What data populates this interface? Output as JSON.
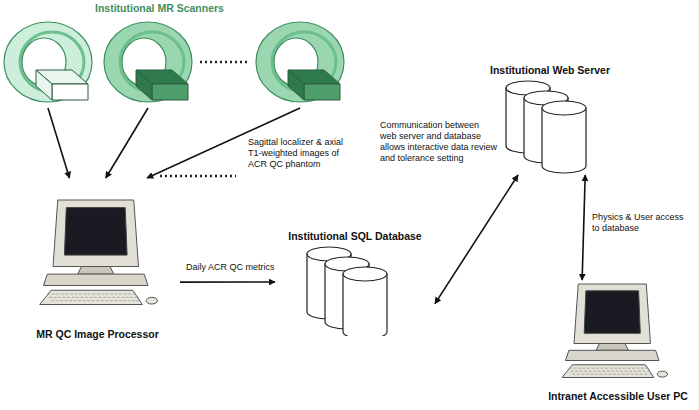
{
  "diagram": {
    "nodes": [
      {
        "text": [
          "Institutional MR Scanners"
        ]
      },
      {
        "text": [
          "MR QC Image Processor"
        ]
      },
      {
        "text": [
          "Institutional SQL Database"
        ]
      },
      {
        "text": [
          "Institutional Web Server"
        ]
      },
      {
        "text": [
          "Intranet Accessible User PC"
        ]
      }
    ],
    "edges": [
      {
        "from": 0,
        "to": 1,
        "arrow": "to"
      },
      {
        "from": 0,
        "to": 1,
        "arrow": "to"
      },
      {
        "from": 0,
        "to": 1,
        "arrow": "to",
        "label": "Sagittal localizer & axial T1-weighted images of ACR QC phantom"
      },
      {
        "from": 1,
        "to": 2,
        "arrow": "to",
        "label": "Daily ACR QC metrics"
      },
      {
        "from": 2,
        "to": 3,
        "arrow": "both",
        "label": "Communication between web server and database allows interactive data review and tolerance setting"
      },
      {
        "from": 3,
        "to": 4,
        "arrow": "both",
        "label": "Physics & User access to database"
      }
    ]
  }
}
